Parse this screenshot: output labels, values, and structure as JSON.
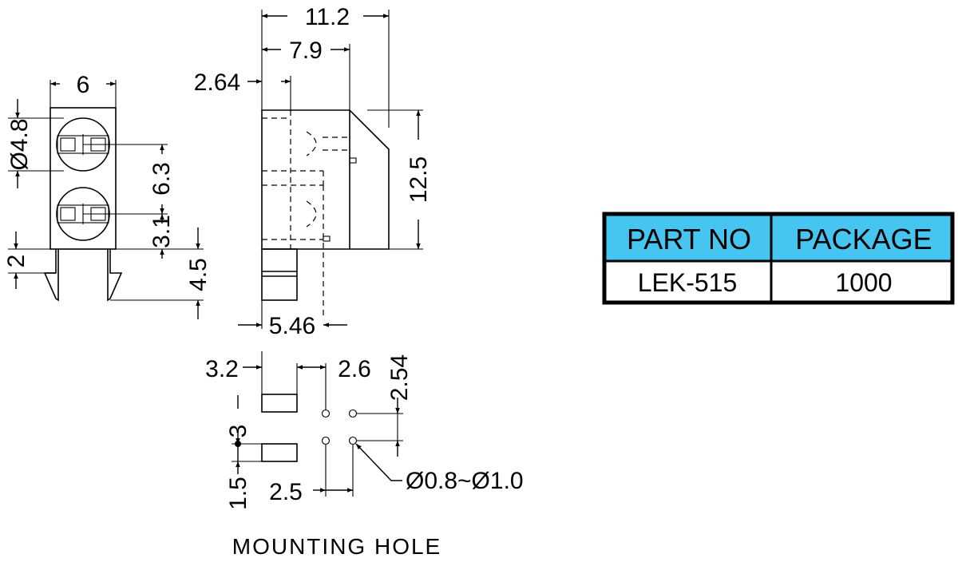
{
  "dimensions": {
    "overall_width": "11.2",
    "width_7_9": "7.9",
    "width_2_64": "2.64",
    "front_width": "6",
    "led_diameter": "Ø4.8",
    "led_pitch": "6.3",
    "led_bottom": "3.1",
    "pin_2": "2",
    "pin_length": "4.5",
    "height": "12.5",
    "pin_offset": "5.46"
  },
  "mounting": {
    "caption": "MOUNTING HOLE",
    "w_3_2": "3.2",
    "w_2_6": "2.6",
    "h_2_54": "2.54",
    "h_3": "3",
    "h_1_5": "1.5",
    "w_2_5": "2.5",
    "hole_diameter": "Ø0.8~Ø1.0"
  },
  "table": {
    "headers": [
      "PART NO",
      "PACKAGE"
    ],
    "row": [
      "LEK-515",
      "1000"
    ],
    "header_color": "#45c5ef"
  }
}
